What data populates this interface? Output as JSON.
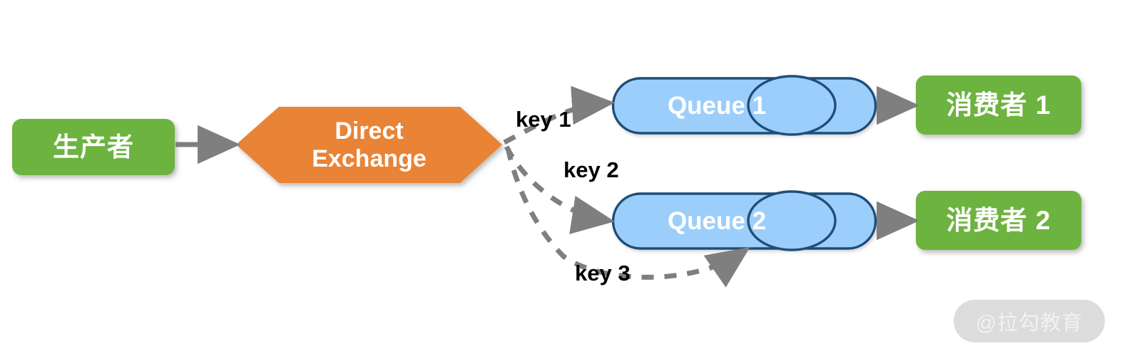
{
  "diagram": {
    "title": "RabbitMQ Direct Exchange routing diagram",
    "colors": {
      "green": "#6DB33F",
      "orange": "#E98335",
      "queue_fill": "#9CCEFB",
      "queue_stroke": "#1F4E79",
      "arrow_gray": "#7F7F7F",
      "watermark_bg": "#DCDCDC",
      "watermark_text": "#F2F2F2",
      "text_white": "#FFFFFF",
      "text_black": "#000000"
    },
    "nodes": {
      "producer": {
        "label": "生产者",
        "shape": "rounded-rect",
        "fill": "#6DB33F"
      },
      "exchange": {
        "label": "Direct\nExchange",
        "shape": "hexagon",
        "fill": "#E98335"
      },
      "queue1": {
        "label": "Queue 1",
        "shape": "stadium-with-ellipse",
        "fill": "#9CCEFB"
      },
      "queue2": {
        "label": "Queue 2",
        "shape": "stadium-with-ellipse",
        "fill": "#9CCEFB"
      },
      "consumer1": {
        "label": "消费者 1",
        "shape": "rounded-rect",
        "fill": "#6DB33F"
      },
      "consumer2": {
        "label": "消费者 2",
        "shape": "rounded-rect",
        "fill": "#6DB33F"
      }
    },
    "edges": [
      {
        "id": "producer-to-exchange",
        "label": "",
        "style": "solid",
        "from": "producer",
        "to": "exchange"
      },
      {
        "id": "exchange-to-queue1",
        "label": "key 1",
        "style": "dashed",
        "from": "exchange",
        "to": "queue1"
      },
      {
        "id": "exchange-to-queue2-a",
        "label": "key 2",
        "style": "dashed",
        "from": "exchange",
        "to": "queue2"
      },
      {
        "id": "exchange-to-queue2-b",
        "label": "key 3",
        "style": "dashed",
        "from": "exchange",
        "to": "queue2"
      },
      {
        "id": "queue1-to-consumer1",
        "label": "",
        "style": "solid",
        "from": "queue1",
        "to": "consumer1"
      },
      {
        "id": "queue2-to-consumer2",
        "label": "",
        "style": "solid",
        "from": "queue2",
        "to": "consumer2"
      }
    ],
    "edge_labels": {
      "key1": "key 1",
      "key2": "key 2",
      "key3": "key 3"
    },
    "watermark": "@拉勾教育"
  }
}
